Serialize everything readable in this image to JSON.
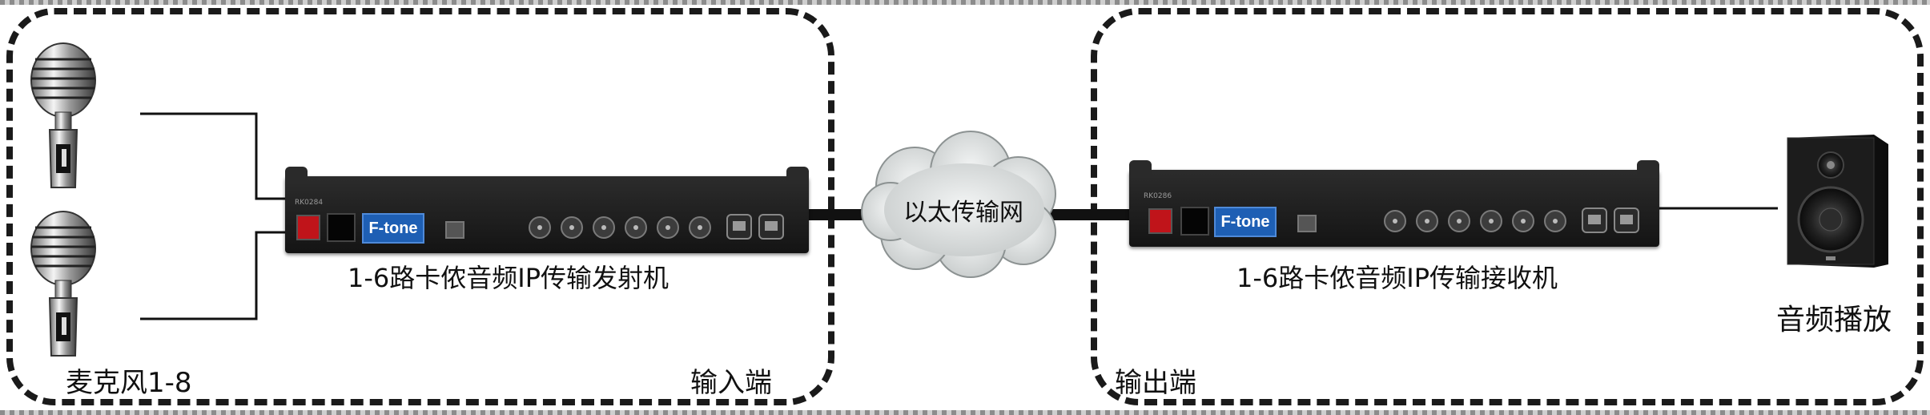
{
  "diagram": {
    "input_side_label": "输入端",
    "output_side_label": "输出端",
    "mic_label": "麦克风1-8",
    "transmitter_label": "1-6路卡侬音频IP传输发射机",
    "receiver_label": "1-6路卡侬音频IP传输接收机",
    "network_label": "以太传输网",
    "speaker_label": "音频播放",
    "brand": "F-tone"
  },
  "colors": {
    "brand_blue": "#1e5fb4",
    "cloud": "#e3e6e6",
    "device": "#1b1b1b",
    "line": "#111111"
  },
  "icons": [
    "microphone-icon",
    "microphone-icon",
    "cloud-icon",
    "speaker-icon"
  ]
}
